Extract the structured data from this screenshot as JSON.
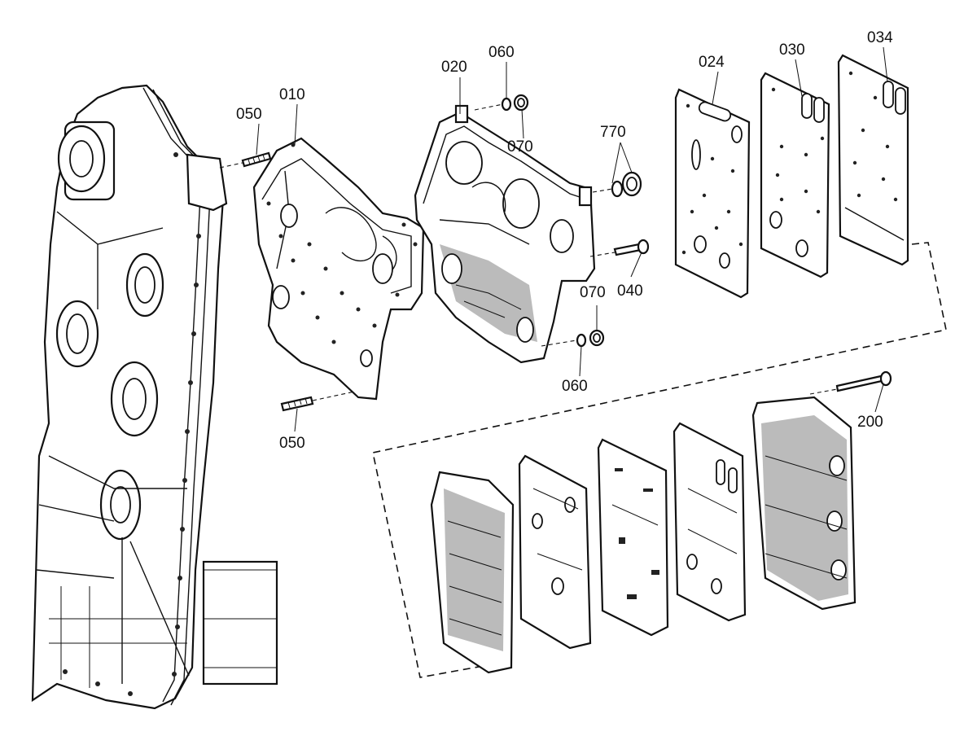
{
  "callouts": {
    "c010": "010",
    "c020": "020",
    "c024": "024",
    "c030": "030",
    "c034": "034",
    "c040": "040",
    "c050_top": "050",
    "c050_bottom": "050",
    "c060_top": "060",
    "c060_bottom": "060",
    "c070_top": "070",
    "c070_bottom": "070",
    "c200": "200",
    "c770": "770"
  },
  "colors": {
    "ink": "#111111",
    "paper": "#ffffff"
  }
}
